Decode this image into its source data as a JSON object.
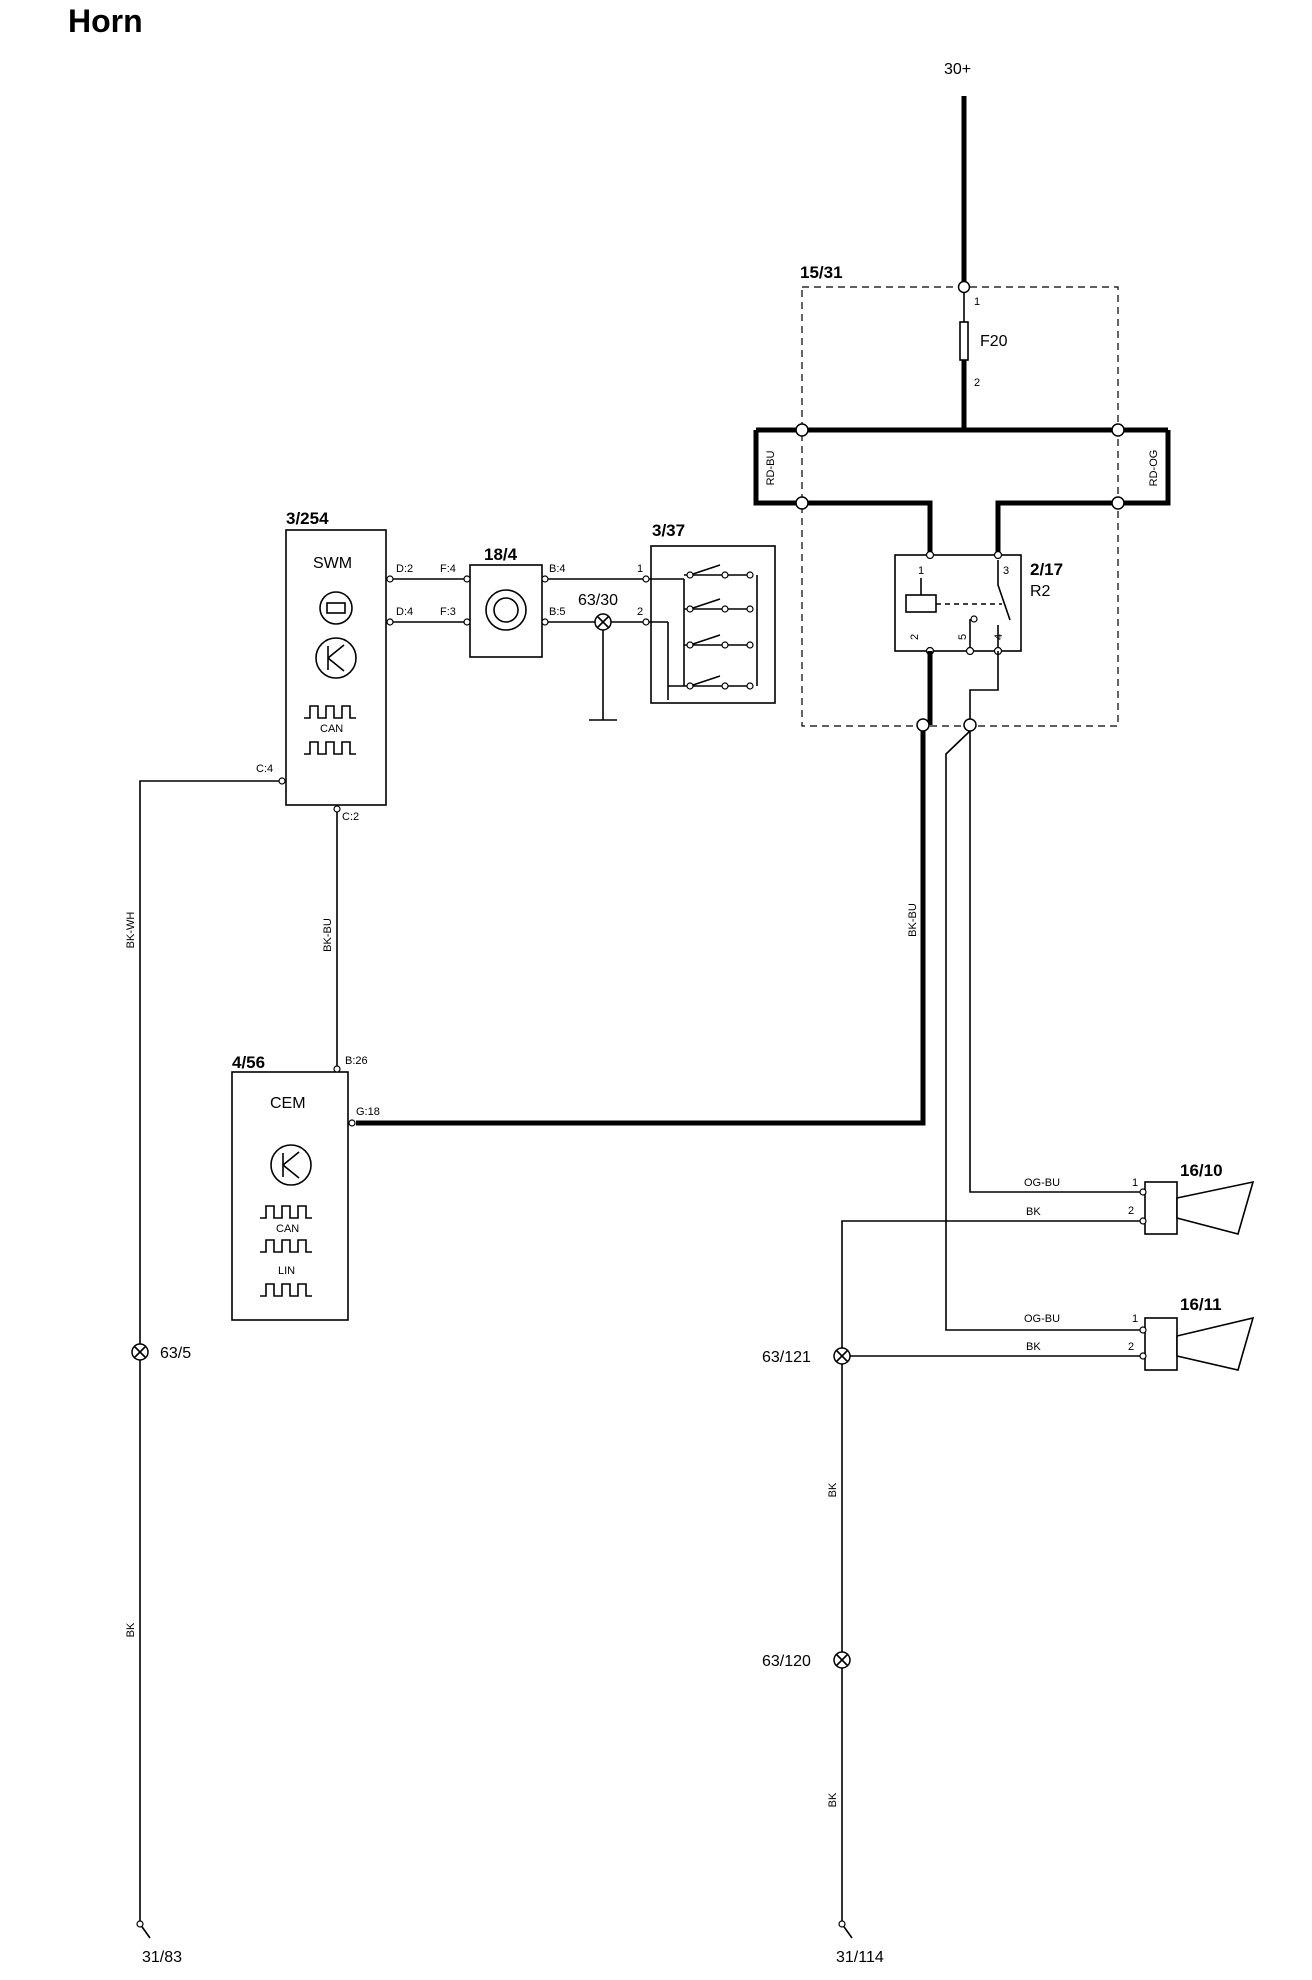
{
  "title": "Horn",
  "power": {
    "label": "30+"
  },
  "fusebox": {
    "id": "15/31",
    "fuse_label": "F20",
    "pin_top": "1",
    "pin_bottom": "2",
    "left_wire": "RD-BU",
    "right_wire": "RD-OG"
  },
  "relay": {
    "id": "2/17",
    "label": "R2",
    "pin_1": "1",
    "pin_3": "3",
    "pin_2": "2",
    "pin_5": "5",
    "pin_4": "4"
  },
  "swm": {
    "id": "3/254",
    "label": "SWM",
    "can_label": "CAN",
    "pin_d2": "D:2",
    "pin_d4": "D:4",
    "pin_c4": "C:4",
    "pin_c2": "C:2"
  },
  "clockspring": {
    "id": "18/4",
    "pin_f4": "F:4",
    "pin_f3": "F:3",
    "pin_b4": "B:4",
    "pin_b5": "B:5"
  },
  "horn_switch": {
    "id": "3/37",
    "pin_1": "1",
    "pin_2": "2"
  },
  "cem": {
    "id": "4/56",
    "label": "CEM",
    "can_label": "CAN",
    "lin_label": "LIN",
    "pin_b26": "B:26",
    "pin_g18": "G:18"
  },
  "horn1": {
    "id": "16/10",
    "pin_1": "1",
    "pin_2": "2",
    "wire_1": "OG-BU",
    "wire_2": "BK"
  },
  "horn2": {
    "id": "16/11",
    "pin_1": "1",
    "pin_2": "2",
    "wire_1": "OG-BU",
    "wire_2": "BK"
  },
  "wires": {
    "swm_cem": "BK-BU",
    "swm_ground": "BK-WH",
    "left_ground": "BK",
    "relay_cem": "BK-BU",
    "right_upper": "BK",
    "right_lower": "BK"
  },
  "splices": {
    "s63_30": "63/30",
    "s63_5": "63/5",
    "s63_121": "63/121",
    "s63_120": "63/120"
  },
  "grounds": {
    "g31_83": "31/83",
    "g31_114": "31/114"
  }
}
